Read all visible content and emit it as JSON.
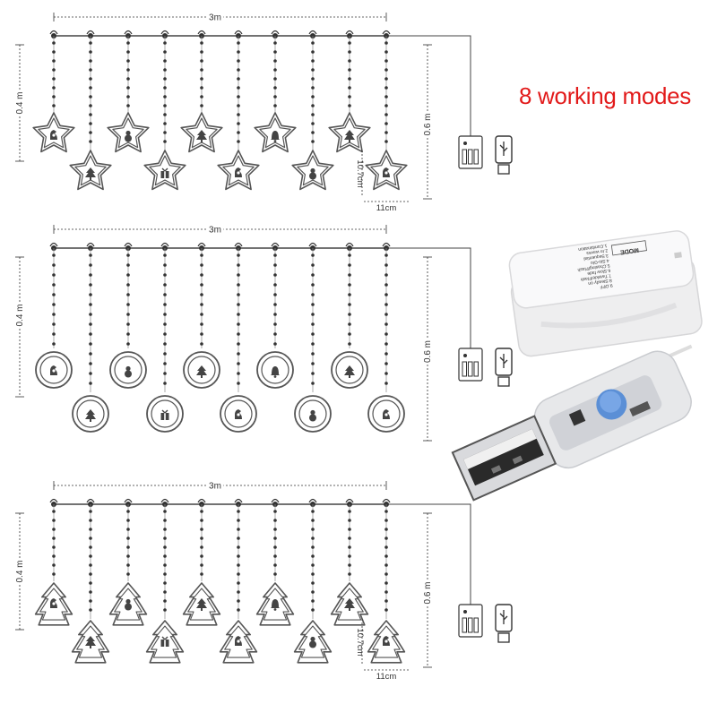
{
  "headline": "8 working modes",
  "colors": {
    "headline": "#e21a1a",
    "line": "#444444",
    "pendant": "#555555"
  },
  "panels": [
    {
      "name": "stars",
      "pendant_shape": "star",
      "width_label": "3m",
      "drop_short_label": "0.4 m",
      "drop_long_label": "0.6 m",
      "pendant_height_label": "10.7cm",
      "pendant_width_label": "11cm"
    },
    {
      "name": "rings",
      "pendant_shape": "ring",
      "width_label": "3m",
      "drop_short_label": "0.4 m",
      "drop_long_label": "0.6 m"
    },
    {
      "name": "trees",
      "pendant_shape": "tree",
      "width_label": "3m",
      "drop_short_label": "0.4 m",
      "drop_long_label": "0.6 m",
      "pendant_height_label": "10.7cm",
      "pendant_width_label": "11cm"
    }
  ],
  "controller_box": {
    "label": "MODE",
    "mode_lines": [
      "1.Combination",
      "2.In waves",
      "3.Sequential",
      "4.Slo-Glo",
      "5.Chasing/Flash",
      "6.Slow fade",
      "7.Twinkle/Flash",
      "8.Steady on",
      "9.OFF"
    ]
  },
  "icons": [
    "usb-plug-icon",
    "battery-box-icon",
    "santa-icon",
    "tree-icon",
    "snowman-icon",
    "bell-icon",
    "gift-icon"
  ]
}
